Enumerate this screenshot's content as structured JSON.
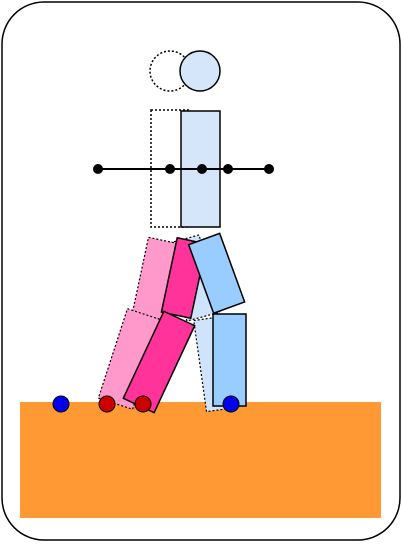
{
  "figure": {
    "colors": {
      "frame_stroke": "#000000",
      "frame_fill": "#ffffff",
      "ground": "#ff9933",
      "ghost_outline": "#000000",
      "head_current": "#d6e6fa",
      "torso_current": "#d6e6fa",
      "leg_light_pink": "#ff99cc",
      "leg_pink": "#ff3399",
      "leg_light_blue": "#99ccff",
      "leg_blue_ghost": "#cfe4fb",
      "joint_black": "#000000",
      "contact_blue": "#0000ee",
      "contact_red": "#cc0000"
    },
    "icons": [
      "walking-figure-diagram",
      "ground-block",
      "contact-point"
    ]
  }
}
